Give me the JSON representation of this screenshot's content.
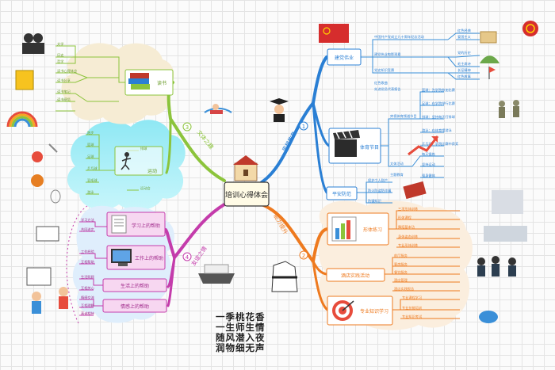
{
  "center": {
    "title": "培训心得体会"
  },
  "branches": {
    "b1": {
      "num": "1",
      "label": "思想教育"
    },
    "b2": {
      "num": "2",
      "label": "能力提升"
    },
    "b3": {
      "num": "3",
      "label": "文体之趣"
    },
    "b4": {
      "num": "4",
      "label": "友谊之情"
    }
  },
  "topics": {
    "party": "建党伟业",
    "show": "体育节目",
    "pingan": "平安防范",
    "fitness": "形体练习",
    "hotel": "酒店实践活动",
    "career": "专业知识学习",
    "read": "读书",
    "sport": "运动",
    "study": "学习上的帮助",
    "work": "工作上的帮助",
    "life": "生活上的帮助",
    "emotion": "情感上的帮助"
  },
  "details": {
    "party": [
      "中国共产党成立九十周年纪念活动",
      "建党伟业电影观看",
      "党史知识竞赛",
      "红色歌曲",
      "先进党员代表报告"
    ],
    "party_leaves": [
      "红色经典",
      "爱国主义",
      "党的历史",
      "毛主席诗",
      "长征精神",
      "红色故事"
    ],
    "show": [
      "央视体育频道节目",
      "文体活动",
      "主题教育"
    ],
    "show_leaves": [
      "篮球：为学院参加比赛",
      "足球：在学院举行比赛",
      "排球：坚持每天打排球",
      "游泳：在体育馆游泳",
      "乒乓球：学院比赛中获奖"
    ],
    "show_leaves2": [
      "每天锻炼",
      "坚持运动",
      "强身健体"
    ],
    "pingan": [
      "保护个人财产",
      "防火防盗防诈骗",
      "防骗知识"
    ],
    "fitness": [
      "三项形体训练",
      "形体课程",
      "舞蹈基本功",
      "身体姿态训练",
      "专业形体训练"
    ],
    "hotel": [
      "前厅服务",
      "客房服务",
      "餐饮服务",
      "酒店管理",
      "酒店实践报告"
    ],
    "career": [
      "专业课程学习",
      "专业技能培训",
      "专业知识考试"
    ],
    "read": [
      "文学",
      "历史",
      "哲学",
      "读书心得体会",
      "读书分享",
      "读书笔记",
      "读书感悟"
    ],
    "sport": [
      "跑步",
      "篮球",
      "足球",
      "乒乓球",
      "羽毛球",
      "游泳",
      "排球",
      "运动会"
    ],
    "study": [
      "学习方法",
      "共同进步"
    ],
    "work": [
      "工作经验",
      "互相帮助"
    ],
    "life": [
      "生活照顾",
      "互相关心"
    ],
    "emotion": [
      "情感交流",
      "互相理解",
      "真诚相待"
    ]
  },
  "poem": [
    "一季桃花香",
    "一生师生情",
    "随风潜入夜",
    "润物细无声"
  ]
}
